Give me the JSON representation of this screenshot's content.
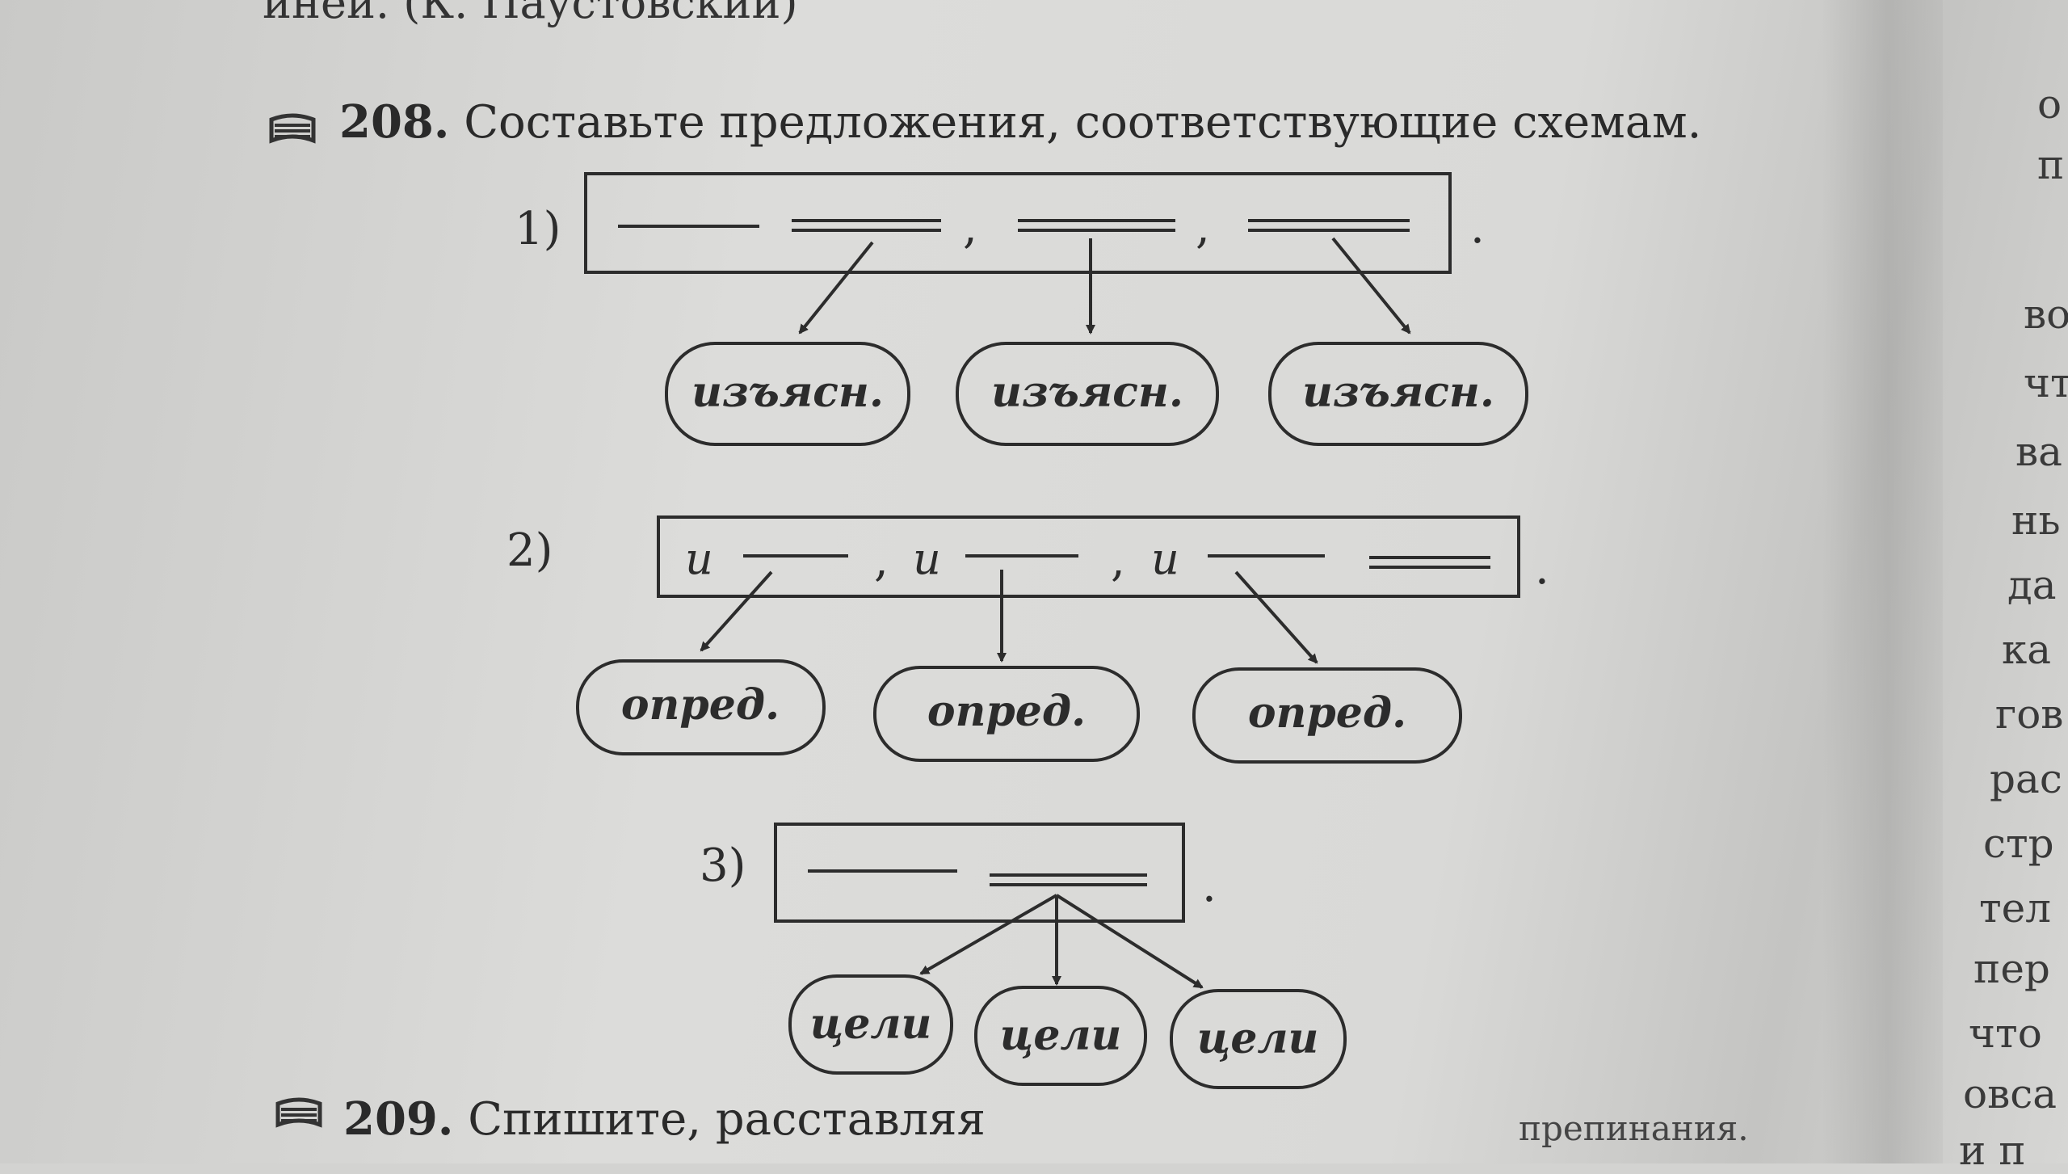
{
  "top_line": "иней. (К. Паустовский)",
  "exercise_208": {
    "number": "208.",
    "text": "Составьте предложения, соответствующие схемам."
  },
  "schemes": [
    {
      "label": "1)",
      "separators": [
        ",",
        ","
      ],
      "end_mark": ".",
      "boxes": [
        "изъясн.",
        "изъясн.",
        "изъясн."
      ]
    },
    {
      "label": "2)",
      "conjunctions": [
        "и",
        "и",
        "и"
      ],
      "separators": [
        ",",
        ","
      ],
      "end_mark": ".",
      "boxes": [
        "опред.",
        "опред.",
        "опред."
      ]
    },
    {
      "label": "3)",
      "end_mark": ".",
      "boxes": [
        "цели",
        "цели",
        "цели"
      ]
    }
  ],
  "exercise_209": {
    "number": "209.",
    "text": "Спишите, расставляя",
    "tail": "препинания."
  },
  "right_page_fragments": [
    "о",
    "п",
    "во",
    "чт",
    "ва",
    "нь",
    "да",
    "ка",
    "гов",
    "рас",
    "стр",
    "тел",
    "пер",
    "что",
    "овса",
    "и п"
  ],
  "icon_names": {
    "book": "book-icon"
  }
}
